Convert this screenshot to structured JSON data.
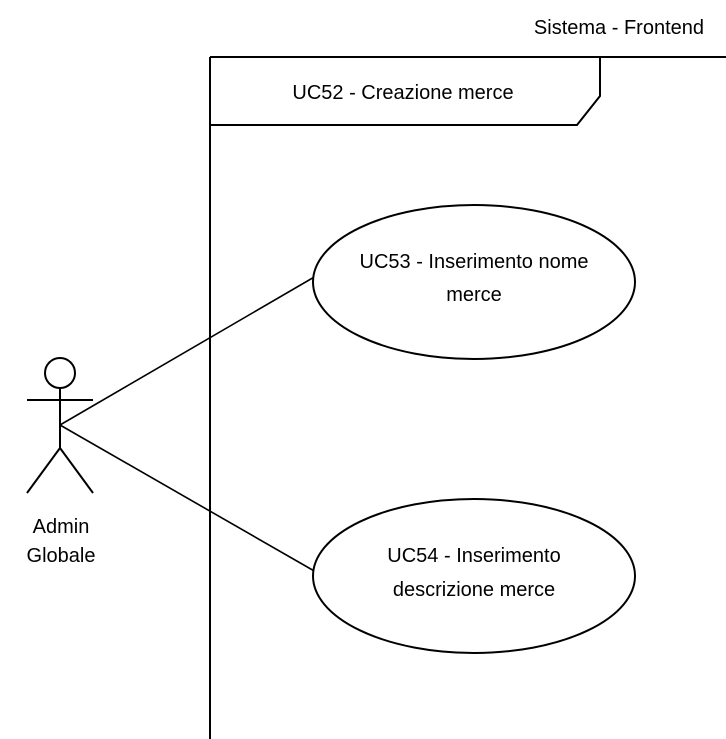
{
  "system": {
    "title": "Sistema - Frontend"
  },
  "frame": {
    "label": "UC52 - Creazione merce"
  },
  "actor": {
    "name_line1": "Admin",
    "name_line2": "Globale"
  },
  "use_cases": [
    {
      "line1": "UC53 - Inserimento nome",
      "line2": "merce"
    },
    {
      "line1": "UC54 - Inserimento",
      "line2": "descrizione merce"
    }
  ]
}
